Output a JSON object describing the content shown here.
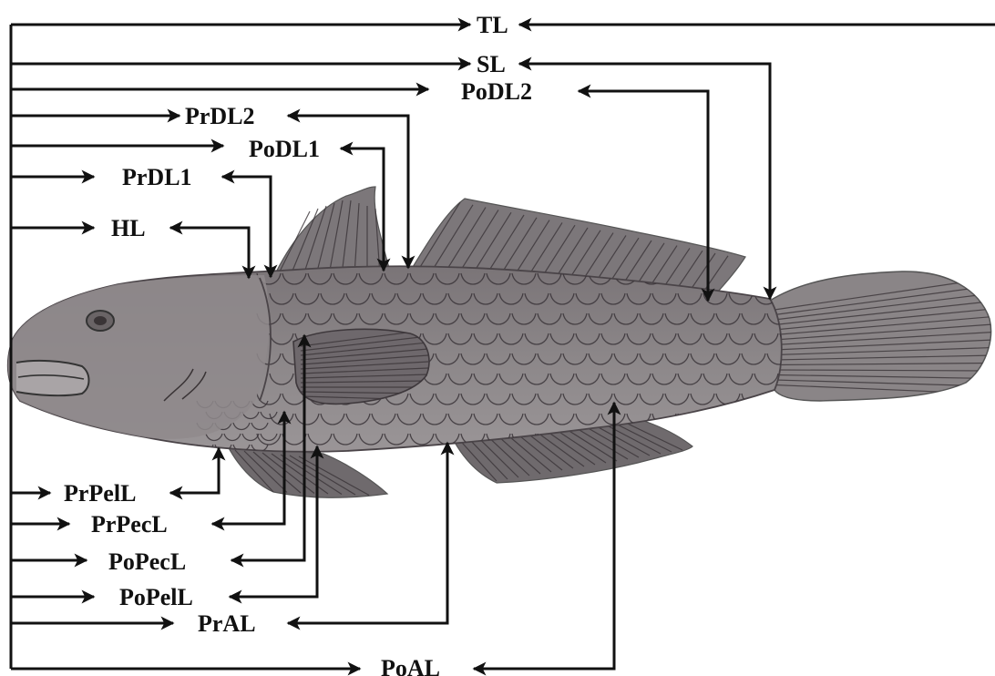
{
  "colors": {
    "body": "#8a8587",
    "body_dark": "#6b6569",
    "fin": "#7c777a",
    "lines": "#111111"
  },
  "labels": {
    "tl": "TL",
    "sl": "SL",
    "podl2": "PoDL2",
    "prdl2": "PrDL2",
    "podl1": "PoDL1",
    "prdl1": "PrDL1",
    "hl": "HL",
    "prpell": "PrPelL",
    "prpecl": "PrPecL",
    "popecl": "PoPecL",
    "popell": "PoPelL",
    "pral": "PrAL",
    "poal": "PoAL"
  }
}
